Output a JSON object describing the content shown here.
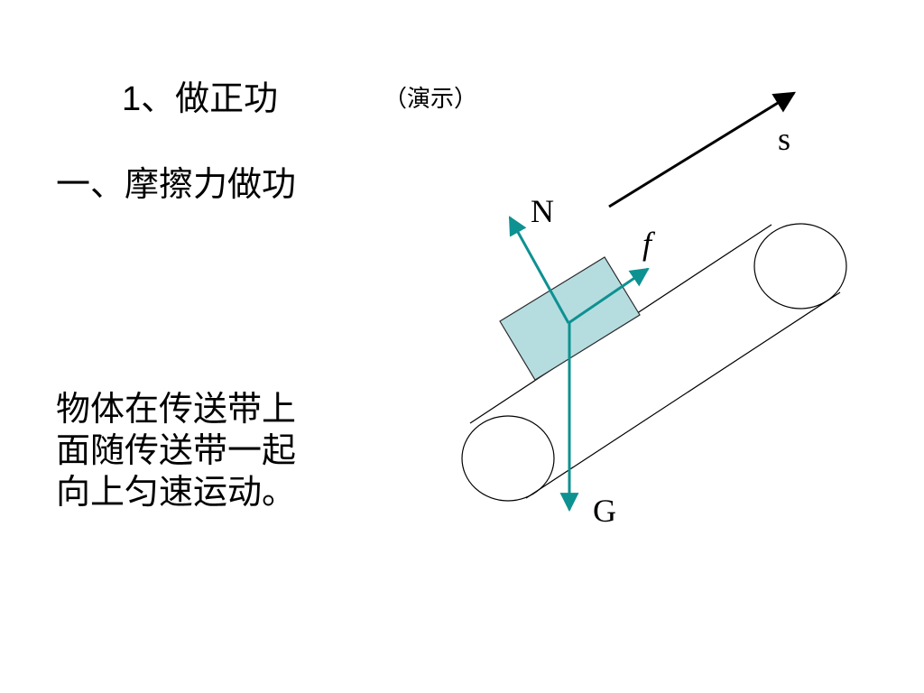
{
  "heading": {
    "number": "1",
    "title": "、做正功",
    "note": "（演示）"
  },
  "subheading": "一、摩擦力做功",
  "description": {
    "lines": [
      "物体在传送带上",
      "面随传送带一起",
      "向上匀速运动。"
    ]
  },
  "diagram": {
    "labels": {
      "displacement": "s",
      "normal_force": "N",
      "friction_force": "f",
      "gravity": "G"
    },
    "colors": {
      "force_arrow": "#0e9191",
      "block_fill": "#b5dde0",
      "block_stroke": "#2a2a2a",
      "belt_stroke": "#000000"
    }
  }
}
